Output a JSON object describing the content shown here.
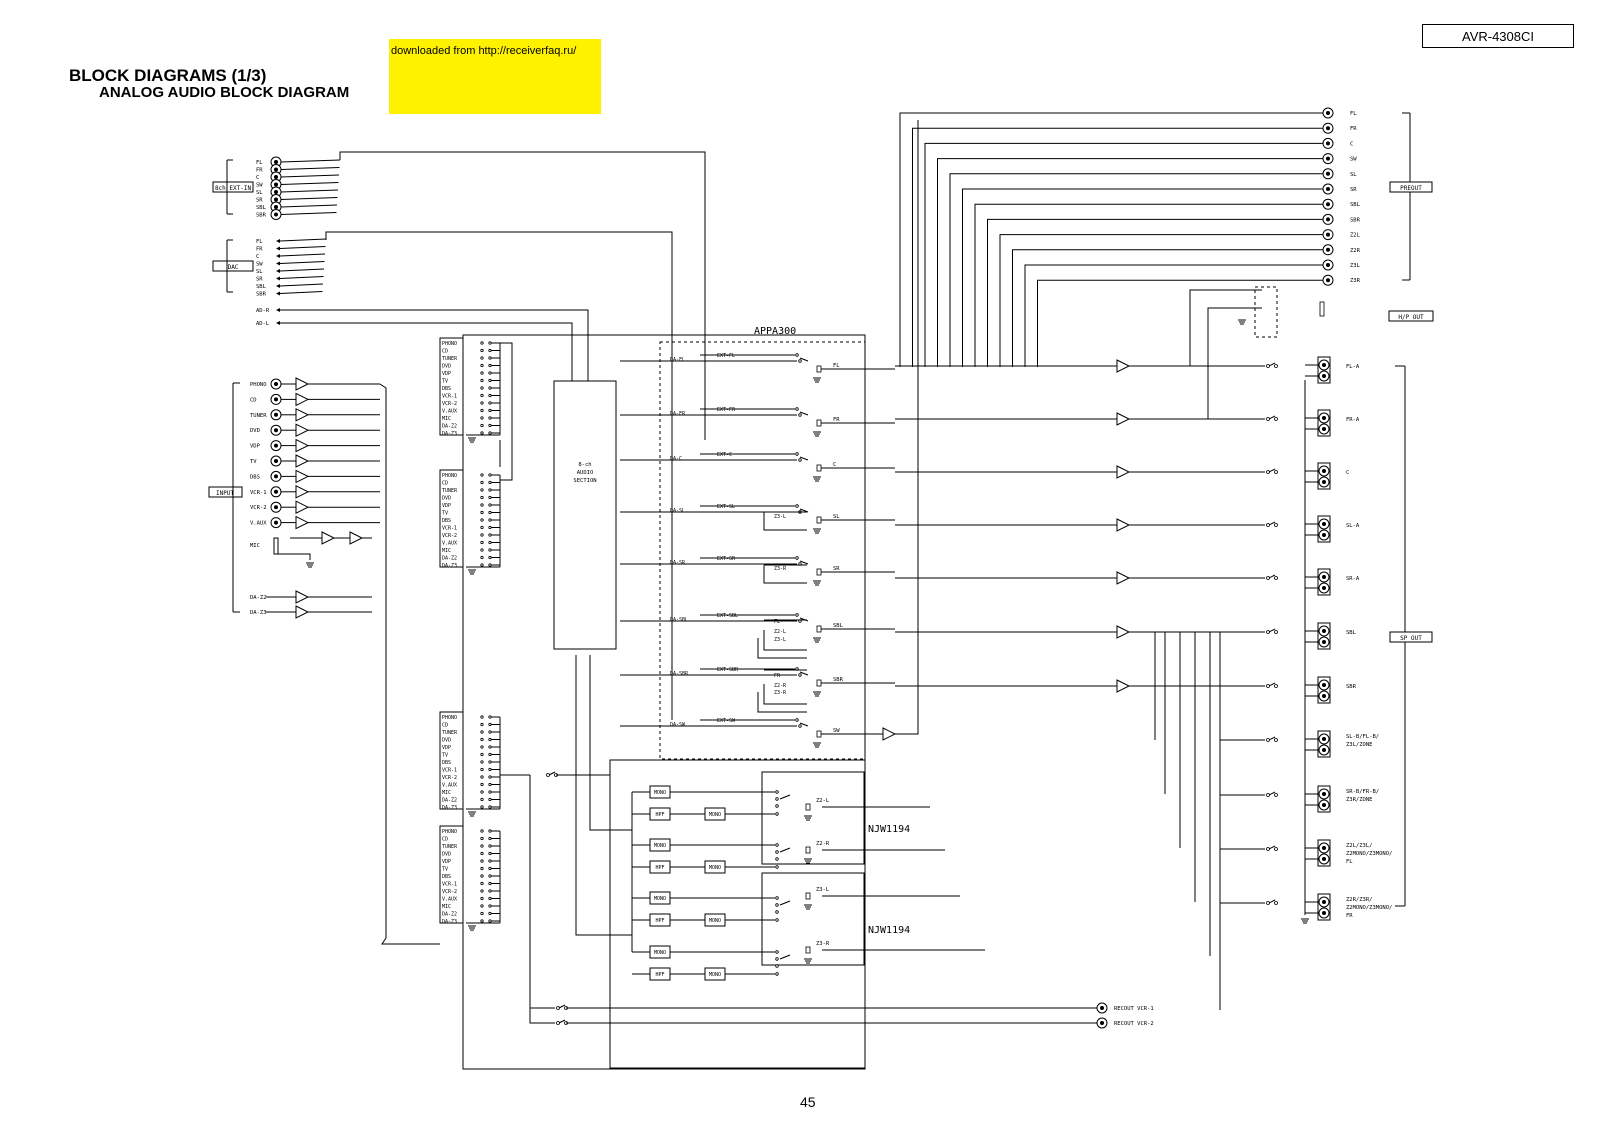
{
  "header": {
    "model": "AVR-4308CI",
    "title": "BLOCK DIAGRAMS (1/3)",
    "subtitle": "ANALOG AUDIO BLOCK DIAGRAM",
    "download_note": "downloaded from http://receiverfaq.ru/"
  },
  "page_number": "45",
  "diagram": {
    "ext_in": {
      "box": "8ch EXT-IN",
      "channels": [
        "FL",
        "FR",
        "C",
        "SW",
        "SL",
        "SR",
        "SBL",
        "SBR"
      ]
    },
    "dac": {
      "box": "DAC",
      "channels": [
        "FL",
        "FR",
        "C",
        "SW",
        "SL",
        "SR",
        "SBL",
        "SBR"
      ]
    },
    "ad_lines": [
      "AD-R",
      "AD-L"
    ],
    "input": {
      "box": "INPUT",
      "sources": [
        "PHONO",
        "CD",
        "TUNER",
        "DVD",
        "VDP",
        "TV",
        "DBS",
        "VCR-1",
        "VCR-2",
        "V.AUX"
      ],
      "mic": "MIC",
      "da_lines": [
        "DA-Z2",
        "DA-Z3"
      ]
    },
    "selector_labels": [
      "PHONO",
      "CD",
      "TUNER",
      "DVD",
      "VDP",
      "TV",
      "DBS",
      "VCR-1",
      "VCR-2",
      "V.AUX",
      "MIC",
      "DA-Z2",
      "DA-Z3"
    ],
    "appa": {
      "name": "APPA300",
      "da_inputs": [
        "DA-FL",
        "DA-FR",
        "DA-C",
        "DA-SL",
        "DA-SR",
        "DA-SBL",
        "DA-SBR",
        "DA-SW"
      ],
      "ext_inputs": [
        "EXT-FL",
        "EXT-FR",
        "EXT-C",
        "EXT-SL",
        "EXT-SR",
        "EXT-SBL",
        "EXT-SBR",
        "EXT-SW"
      ],
      "outputs": [
        "FL",
        "FR",
        "C",
        "SL",
        "SR",
        "SBL",
        "SBR",
        "SW"
      ],
      "zone_tags": [
        "Z3-L",
        "Z3-R",
        "FL",
        "Z2-L",
        "Z3-L",
        "FR",
        "Z2-R",
        "Z3-R"
      ]
    },
    "audio_section": "8-ch AUDIO SECTION",
    "njw": {
      "name": "NJW1194",
      "blocks": [
        "MONO",
        "HPF",
        "MONO"
      ],
      "outputs": [
        "Z2-L",
        "Z2-R",
        "Z3-L",
        "Z3-R"
      ]
    },
    "preout": {
      "box": "PREOUT",
      "channels": [
        "FL",
        "FR",
        "C",
        "SW",
        "SL",
        "SR",
        "SBL",
        "SBR",
        "Z2L",
        "Z2R",
        "Z3L",
        "Z3R"
      ]
    },
    "hp_out": "H/P OUT",
    "sp_out": {
      "box": "SP OUT",
      "channels": [
        "FL-A",
        "FR-A",
        "C",
        "SL-A",
        "SR-A",
        "SBL",
        "SBR",
        "SL-B/FL-B/\nZ3L/ZONE",
        "SR-B/FR-B/\nZ3R/ZONE",
        "Z2L/Z3L/\nZ2MONO/Z3MONO/\nFL",
        "Z2R/Z3R/\nZ2MONO/Z3MONO/\nFR"
      ]
    },
    "recout": [
      "RECOUT  VCR-1",
      "RECOUT  VCR-2"
    ]
  }
}
